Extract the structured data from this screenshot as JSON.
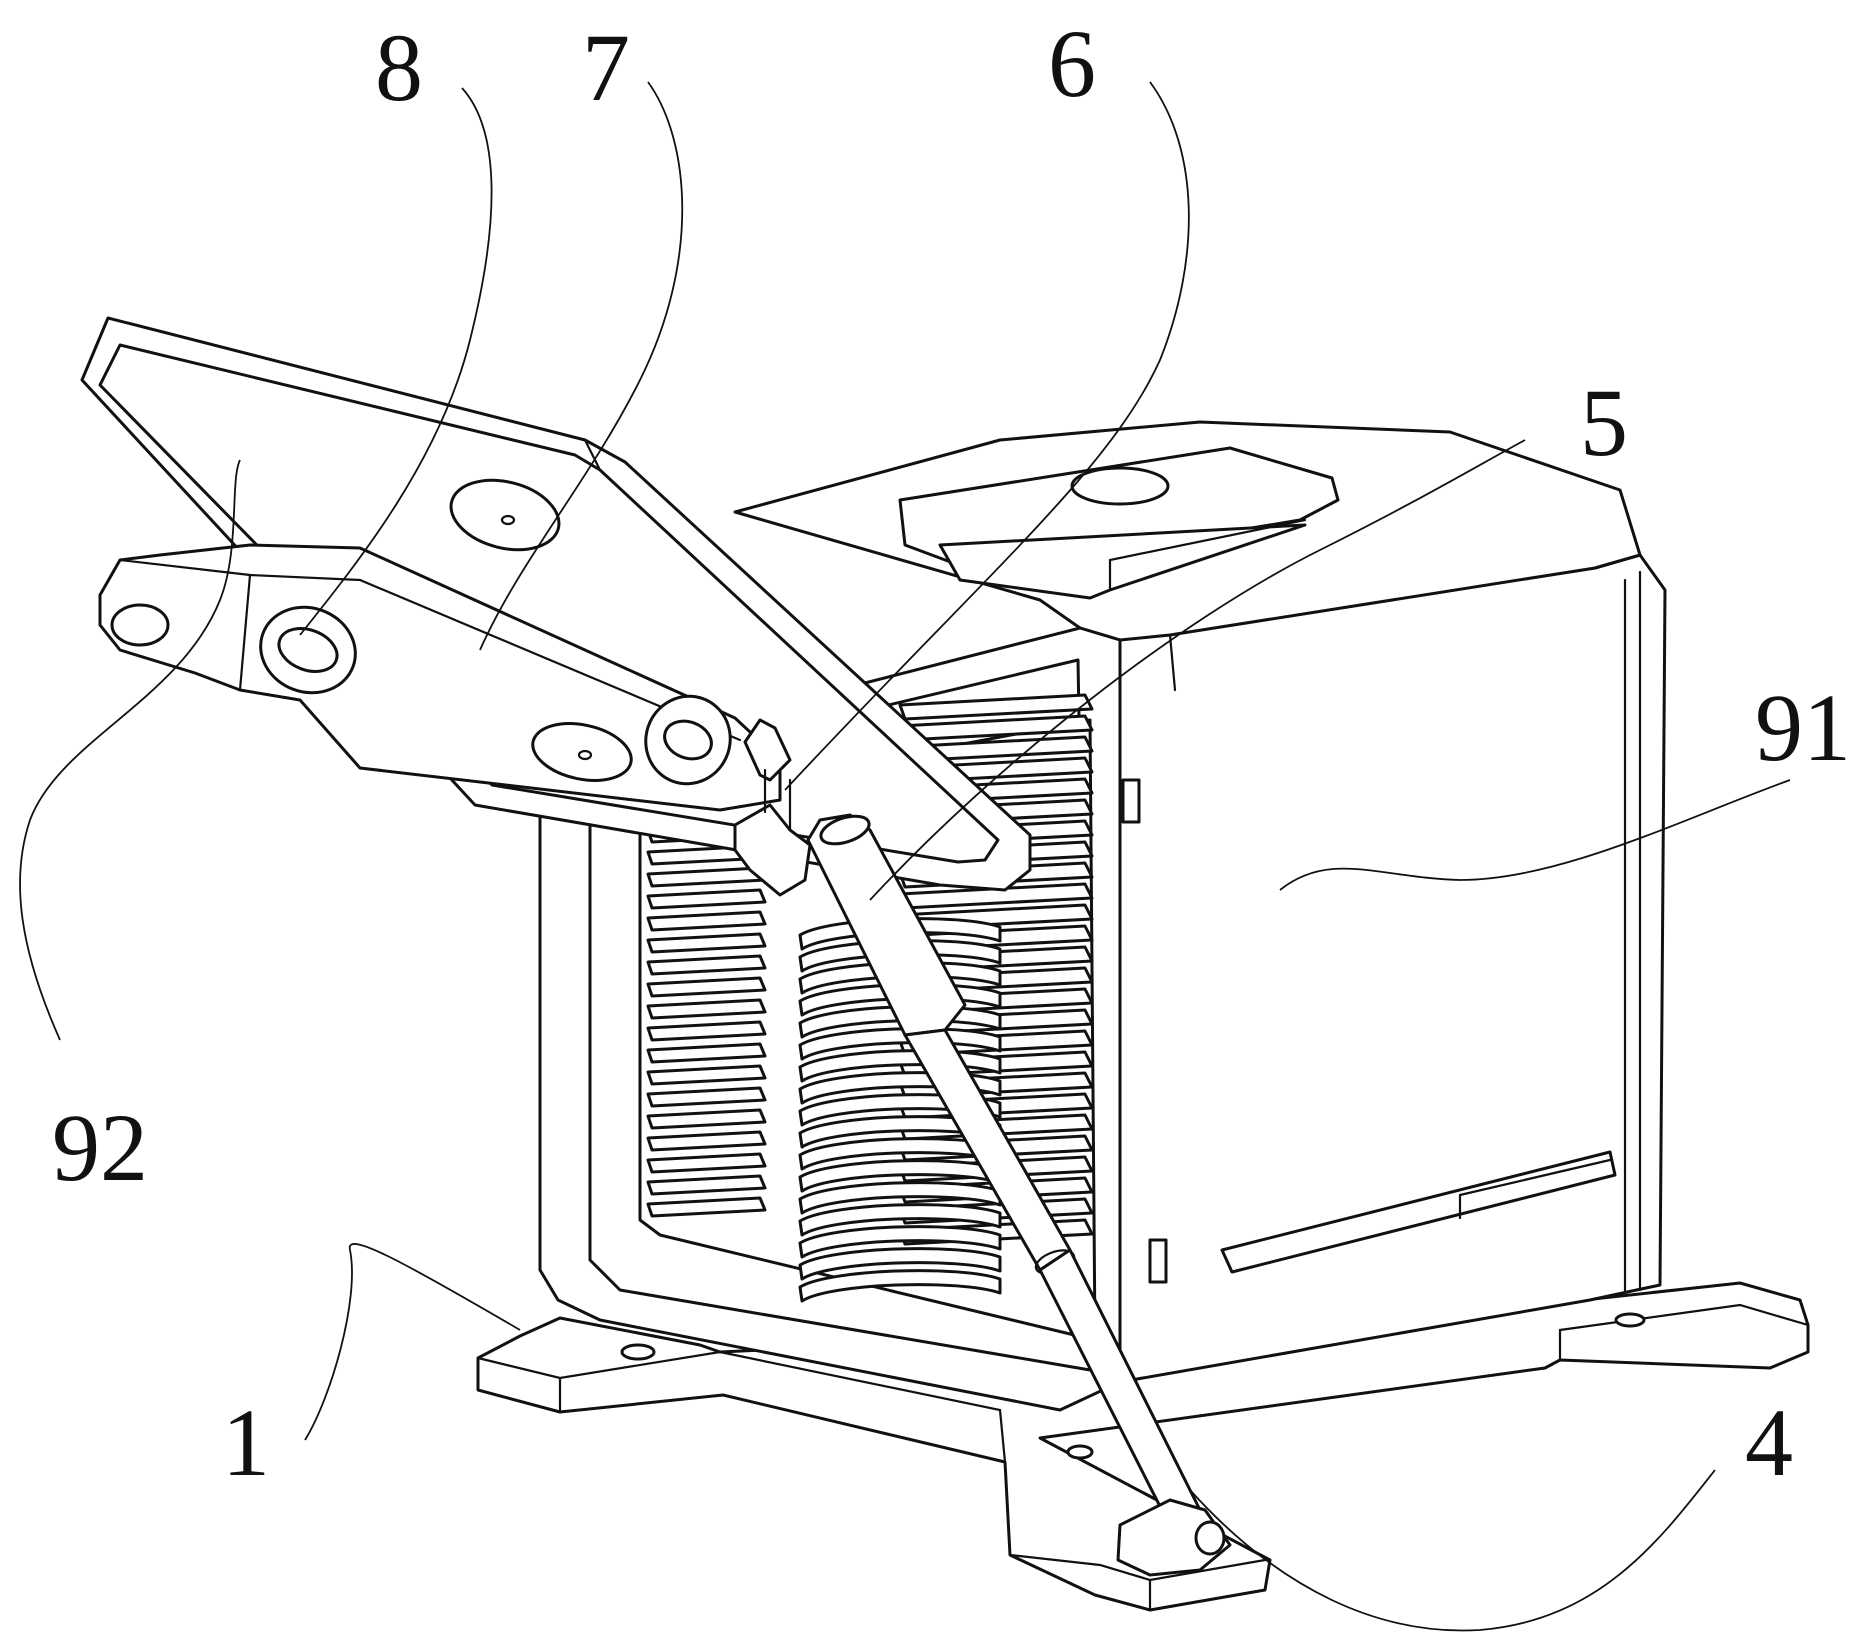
{
  "labels": {
    "l8": "8",
    "l7": "7",
    "l6": "6",
    "l5": "5",
    "l91": "91",
    "l92": "92",
    "l1": "1",
    "l4": "4"
  }
}
